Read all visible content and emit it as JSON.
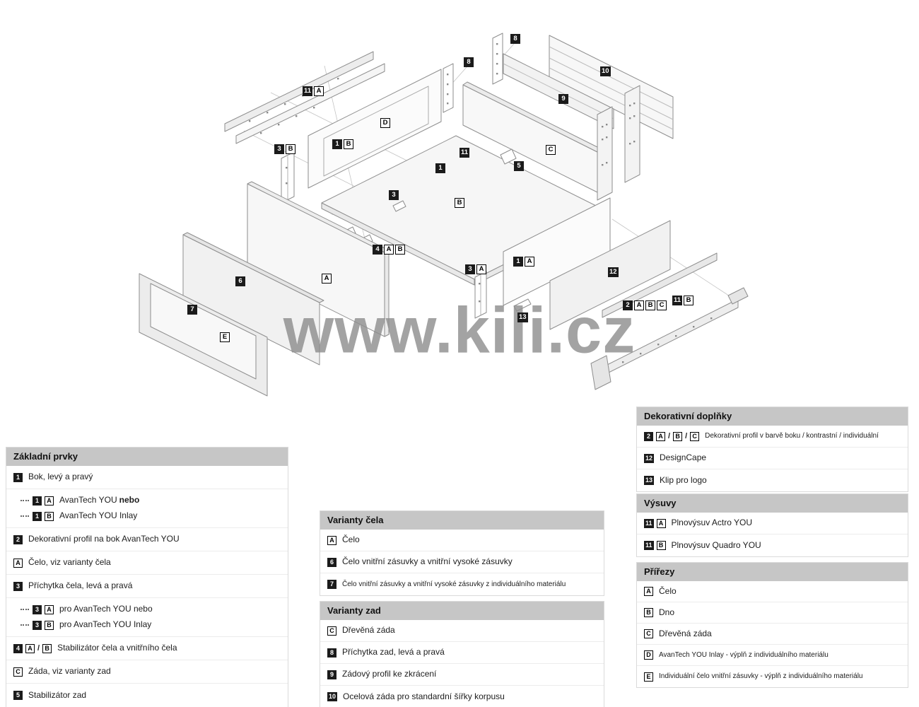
{
  "watermark": "www.kili.cz",
  "colors": {
    "chip_dark": "#1b1b1b",
    "header_bg": "#c6c6c6"
  },
  "diagram": {
    "labels": {
      "l8a": [
        "8"
      ],
      "l8b": [
        "8"
      ],
      "l10": [
        "10"
      ],
      "l9": [
        "9"
      ],
      "l11a": [
        "11",
        "A"
      ],
      "lD": [
        "D"
      ],
      "l1b": [
        "1",
        "B"
      ],
      "l3b": [
        "3",
        "B"
      ],
      "l11": [
        "11"
      ],
      "lC": [
        "C"
      ],
      "l5": [
        "5"
      ],
      "l1": [
        "1"
      ],
      "l3": [
        "3"
      ],
      "lB": [
        "B"
      ],
      "l4ab": [
        "4",
        "A",
        "B"
      ],
      "l3a": [
        "3",
        "A"
      ],
      "l1a": [
        "1",
        "A"
      ],
      "l12": [
        "12"
      ],
      "l2abc": [
        "2",
        "A",
        "B",
        "C"
      ],
      "l11b": [
        "11",
        "B"
      ],
      "l6": [
        "6"
      ],
      "lA": [
        "A"
      ],
      "l7": [
        "7"
      ],
      "lE": [
        "E"
      ],
      "l13": [
        "13"
      ]
    }
  },
  "legend": {
    "sep": "/",
    "zakladni": {
      "title": "Základní prvky",
      "rows": [
        {
          "chips": [
            "1"
          ],
          "text": "Bok, levý a pravý"
        },
        {
          "chips": [
            "1",
            "A"
          ],
          "text": "AvanTech YOU",
          "bold": "nebo"
        },
        {
          "chips": [
            "1",
            "B"
          ],
          "text": "AvanTech YOU Inlay"
        },
        {
          "chips": [
            "2"
          ],
          "text": "Dekorativní profil na bok AvanTech YOU"
        },
        {
          "chips": [
            "A"
          ],
          "text": "Čelo, viz varianty čela"
        },
        {
          "chips": [
            "3"
          ],
          "text": "Příchytka čela, levá a pravá"
        },
        {
          "chips": [
            "3",
            "A"
          ],
          "text": "pro AvanTech YOU nebo"
        },
        {
          "chips": [
            "3",
            "B"
          ],
          "text": "pro AvanTech YOU Inlay"
        },
        {
          "chips": [
            "4",
            "A",
            "B"
          ],
          "text": "Stabilizátor čela a vnitřního čela"
        },
        {
          "chips": [
            "C"
          ],
          "text": "Záda, viz varianty zad"
        },
        {
          "chips": [
            "5"
          ],
          "text": "Stabilizátor zad"
        }
      ]
    },
    "varianty_cela": {
      "title": "Varianty čela",
      "rows": [
        {
          "chips": [
            "A"
          ],
          "text": "Čelo"
        },
        {
          "chips": [
            "6"
          ],
          "text": "Čelo vnitřní zásuvky a vnitřní vysoké zásuvky"
        },
        {
          "chips": [
            "7"
          ],
          "text": "Čelo vnitřní zásuvky a vnitřní vysoké zásuvky z individuálního materiálu"
        }
      ]
    },
    "varianty_zad": {
      "title": "Varianty zad",
      "rows": [
        {
          "chips": [
            "C"
          ],
          "text": "Dřevěná záda"
        },
        {
          "chips": [
            "8"
          ],
          "text": "Příchytka zad, levá a pravá"
        },
        {
          "chips": [
            "9"
          ],
          "text": "Zádový profil ke zkrácení"
        },
        {
          "chips": [
            "10"
          ],
          "text": "Ocelová záda pro standardní šířky korpusu"
        }
      ]
    },
    "dekorativni": {
      "title": "Dekorativní doplňky",
      "rows": [
        {
          "chips": [
            "2",
            "A",
            "B",
            "C"
          ],
          "text": "Dekorativní profil v barvě boku / kontrastní / individuální"
        },
        {
          "chips": [
            "12"
          ],
          "text": "DesignCape"
        },
        {
          "chips": [
            "13"
          ],
          "text": "Klip pro logo"
        }
      ]
    },
    "vysuvy": {
      "title": "Výsuvy",
      "rows": [
        {
          "chips": [
            "11",
            "A"
          ],
          "text": "Plnovýsuv Actro YOU"
        },
        {
          "chips": [
            "11",
            "B"
          ],
          "text": "Plnovýsuv Quadro YOU"
        }
      ]
    },
    "prirezy": {
      "title": "Přířezy",
      "rows": [
        {
          "chips": [
            "A"
          ],
          "text": "Čelo"
        },
        {
          "chips": [
            "B"
          ],
          "text": "Dno"
        },
        {
          "chips": [
            "C"
          ],
          "text": "Dřevěná záda"
        },
        {
          "chips": [
            "D"
          ],
          "text": "AvanTech YOU Inlay - výplň z individuálního materiálu"
        },
        {
          "chips": [
            "E"
          ],
          "text": "Individuální čelo vnitřní zásuvky - výplň z individuálního materiálu"
        }
      ]
    }
  }
}
